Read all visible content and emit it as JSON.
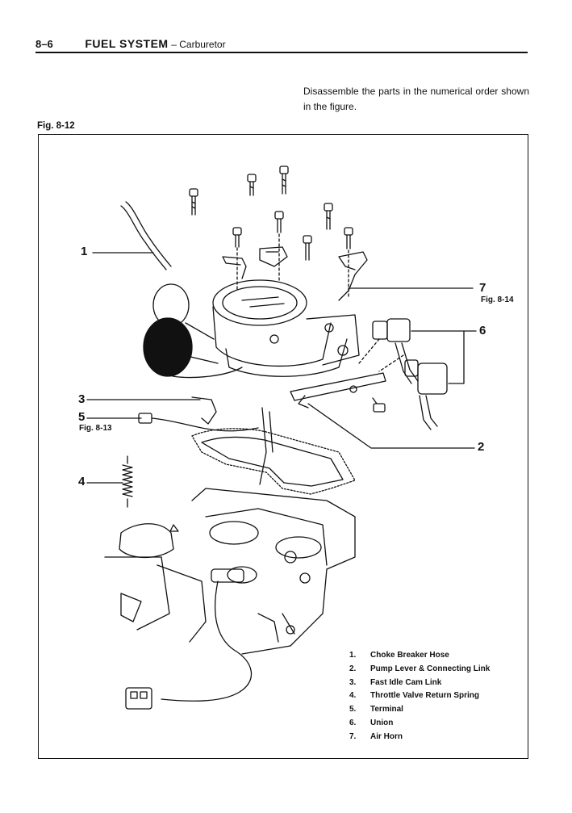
{
  "header": {
    "page_number": "8–6",
    "section": "FUEL SYSTEM",
    "subsection": "– Carburetor"
  },
  "instruction": "Disassemble the parts in the numerical order shown in the figure.",
  "figure": {
    "label": "Fig. 8-12"
  },
  "callouts": [
    {
      "num": "1",
      "ref": ""
    },
    {
      "num": "2",
      "ref": ""
    },
    {
      "num": "3",
      "ref": ""
    },
    {
      "num": "4",
      "ref": ""
    },
    {
      "num": "5",
      "ref": "Fig. 8-13"
    },
    {
      "num": "6",
      "ref": ""
    },
    {
      "num": "7",
      "ref": "Fig. 8-14"
    }
  ],
  "legend": [
    {
      "num": "1.",
      "label": "Choke Breaker Hose"
    },
    {
      "num": "2.",
      "label": "Pump Lever & Connecting Link"
    },
    {
      "num": "3.",
      "label": "Fast Idle Cam Link"
    },
    {
      "num": "4.",
      "label": "Throttle Valve Return Spring"
    },
    {
      "num": "5.",
      "label": "Terminal"
    },
    {
      "num": "6.",
      "label": "Union"
    },
    {
      "num": "7.",
      "label": "Air Horn"
    }
  ]
}
